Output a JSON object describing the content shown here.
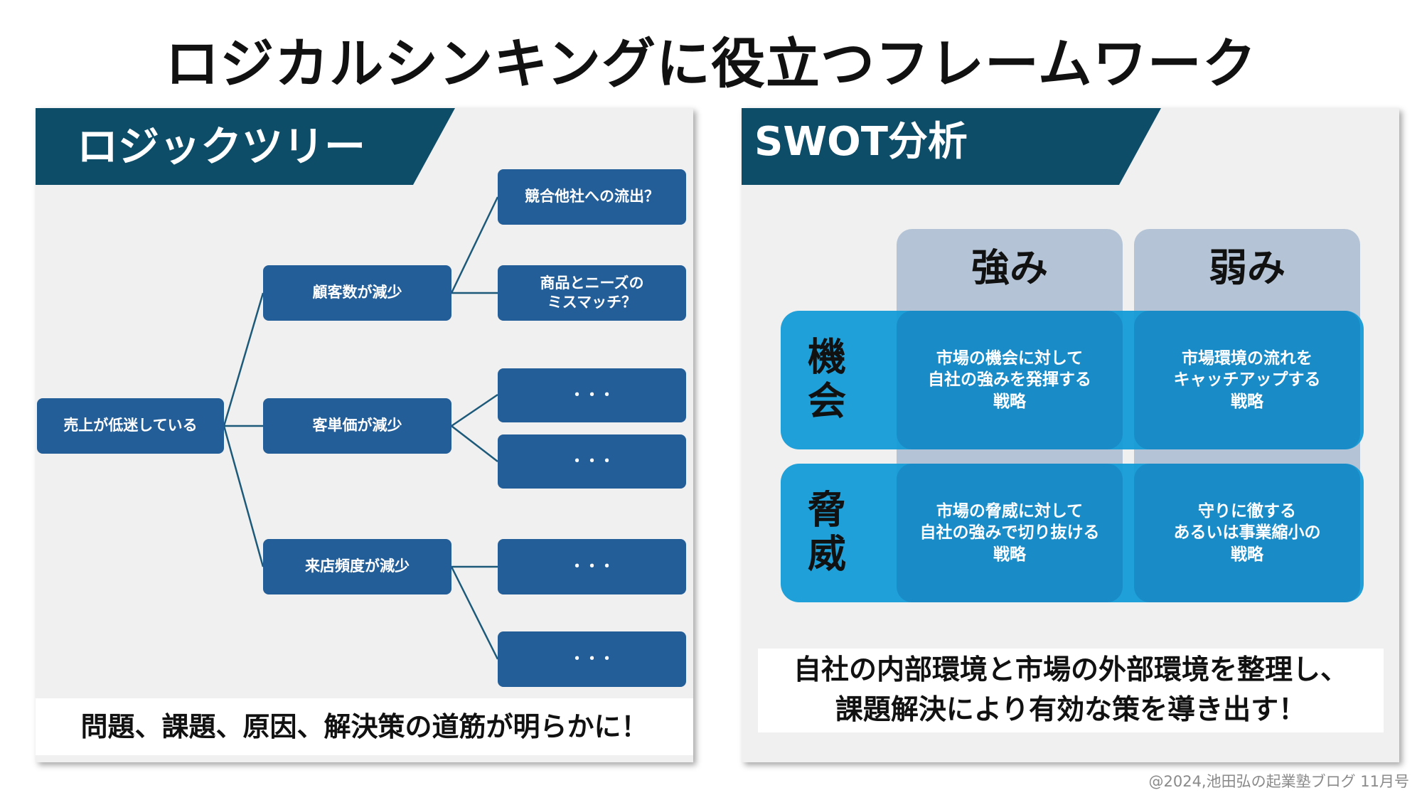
{
  "title": "ロジカルシンキングに役立つフレームワーク",
  "logic_tree": {
    "heading": "ロジックツリー",
    "root": "売上が低迷している",
    "branches": [
      {
        "label": "顧客数が減少",
        "children": [
          "競合他社への流出？",
          "商品とニーズの\nミスマッチ？"
        ]
      },
      {
        "label": "客単価が減少",
        "children": [
          "・・・",
          "・・・"
        ]
      },
      {
        "label": "来店頻度が減少",
        "children": [
          "・・・",
          "・・・"
        ]
      }
    ],
    "caption": "問題、課題、原因、解決策の道筋が明らかに！"
  },
  "swot": {
    "heading": "SWOT分析",
    "columns": [
      "強み",
      "弱み"
    ],
    "rows": [
      "機会",
      "脅威"
    ],
    "cells": [
      [
        "市場の機会に対して\n自社の強みを発揮する\n戦略",
        "市場環境の流れを\nキャッチアップする\n戦略"
      ],
      [
        "市場の脅威に対して\n自社の強みで切り抜ける\n戦略",
        "守りに徹する\nあるいは事業縮小の\n戦略"
      ]
    ],
    "caption": "自社の内部環境と市場の外部環境を整理し、\n課題解決により有効な策を導き出す！"
  },
  "footer": "@2024,池田弘の起業塾ブログ 11月号",
  "colors": {
    "banner": "#0e4d68",
    "node": "#235e98",
    "swot_column": "#b4c4d6",
    "swot_row": "#109ad6",
    "panel": "#f0f0f0"
  }
}
